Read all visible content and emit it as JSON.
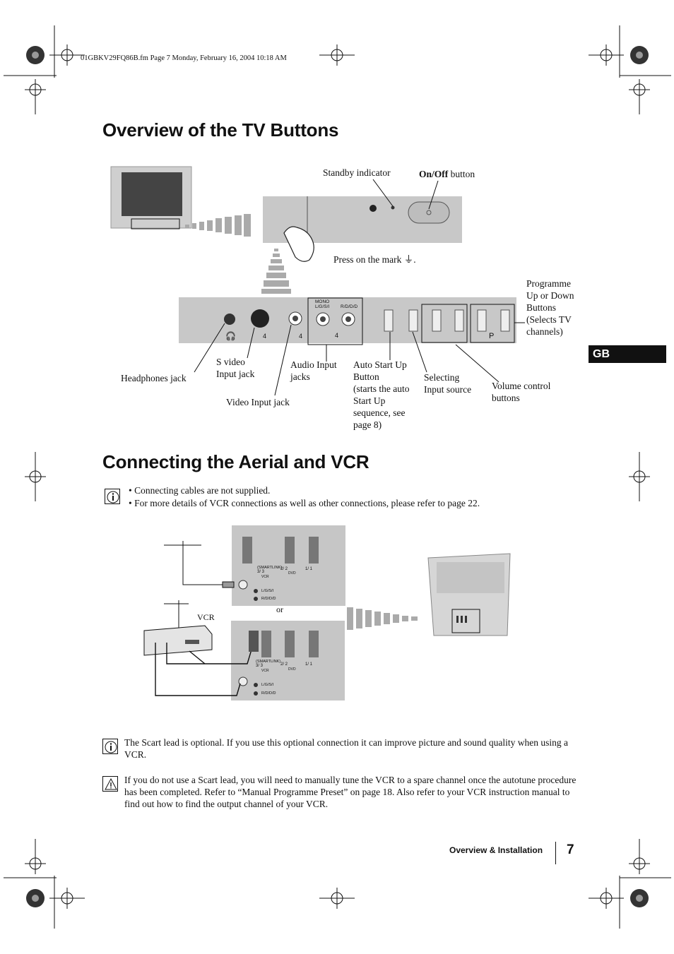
{
  "file_info": "01GBKV29FQ86B.fm  Page 7  Monday, February 16, 2004  10:18 AM",
  "section1": {
    "title": "Overview of the TV Buttons",
    "labels": {
      "standby": "Standby indicator",
      "onoff_bold": "On/Off",
      "onoff_rest": " button",
      "press": "Press on the mark",
      "programme": [
        "Programme",
        "Up or Down",
        "Buttons",
        "(Selects TV",
        "channels)"
      ],
      "headphones": "Headphones jack",
      "svideo": [
        "S video",
        "Input jack"
      ],
      "video": "Video Input jack",
      "audio": [
        "Audio Input",
        "jacks"
      ],
      "autostart": [
        "Auto Start Up",
        "Button",
        "(starts the auto",
        "Start Up",
        "sequence, see",
        "page 8)"
      ],
      "selecting": [
        "Selecting",
        "Input source"
      ],
      "volume": [
        "Volume control",
        "buttons"
      ]
    },
    "panel_marks": {
      "mono": "MONO",
      "lgsi": "L/G/S/I",
      "rdd": "R/D/D/D",
      "four": "4",
      "p": "P"
    }
  },
  "side_tab": "GB",
  "section2": {
    "title": "Connecting the Aerial and VCR",
    "bullets": [
      "Connecting cables are not supplied.",
      "For more details of VCR connections as well as other connections, please refer to page 22."
    ],
    "labels": {
      "or": "or",
      "vcr": "VCR"
    },
    "scart_labels": {
      "smartlink": "(SMARTLINK)",
      "s3": "3/ 3",
      "s2": "2/ 2",
      "s1": "1/ 1",
      "vcr": "VCR",
      "dvd": "DVD",
      "lgsi": "L/G/S/I",
      "rdd": "R/D/D/D"
    }
  },
  "notes": {
    "info": "The Scart lead is optional. If you use this optional connection it can improve picture and sound quality when using a VCR.",
    "warning": "If you do not use a Scart lead, you will need to manually tune the VCR to a spare channel once the autotune procedure has been completed. Refer to “Manual Programme Preset” on page 18. Also refer to your VCR instruction manual to find out how to find the output channel of your VCR."
  },
  "footer": {
    "section": "Overview & Installation",
    "page": "7"
  },
  "icons": [
    "registration-mark-icon",
    "info-icon",
    "warning-icon",
    "hand-icon",
    "headphones-icon",
    "aerial-icon"
  ]
}
